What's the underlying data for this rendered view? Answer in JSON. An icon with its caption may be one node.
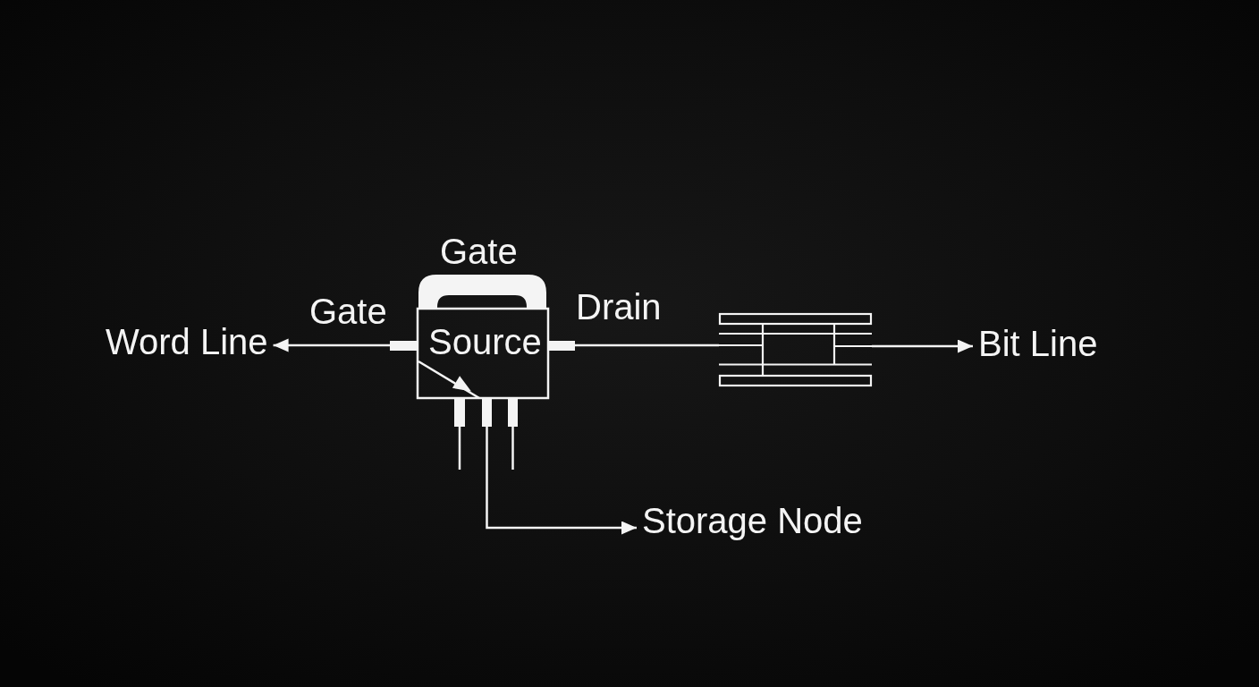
{
  "diagram": {
    "nodes": [
      {
        "text": [
          "Word Line"
        ]
      },
      {
        "text": [
          "Source"
        ],
        "beside": [
          "Gate"
        ]
      },
      {
        "text": [],
        "shape": "picture"
      },
      {
        "text": [
          "Bit Line"
        ]
      },
      {
        "text": [
          "Storage Node"
        ]
      }
    ],
    "edges": [
      {
        "from": 1,
        "to": 0,
        "arrow": "to"
      },
      {
        "from": 1,
        "to": 2,
        "arrow": "none"
      },
      {
        "from": 2,
        "to": 3,
        "arrow": "to"
      },
      {
        "from": 1,
        "to": 4,
        "arrow": "to"
      }
    ],
    "labels": [
      "Gate",
      "Drain"
    ]
  }
}
